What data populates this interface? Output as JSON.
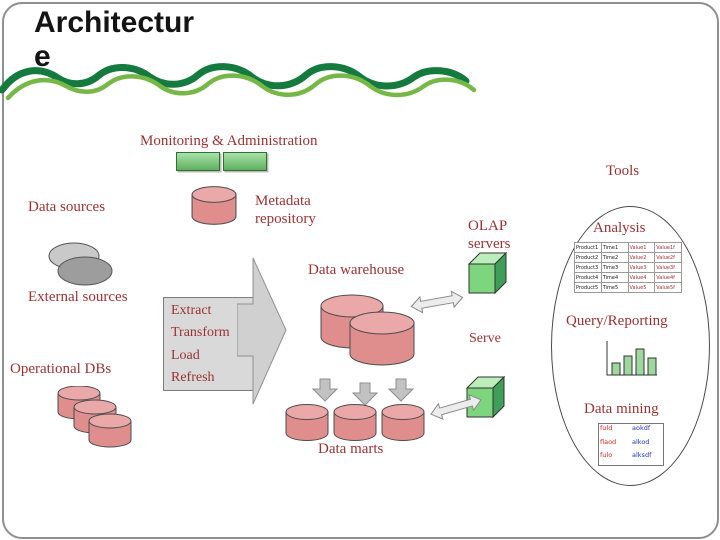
{
  "title": {
    "line1": "Architectur",
    "line2": "e"
  },
  "labels": {
    "monitoring": "Monitoring & Administration",
    "tools": "Tools",
    "data_sources": "Data sources",
    "metadata_line1": "Metadata",
    "metadata_line2": "repository",
    "olap_line1": "OLAP",
    "olap_line2": "servers",
    "analysis": "Analysis",
    "data_warehouse": "Data warehouse",
    "external_sources": "External sources",
    "operational_dbs": "Operational DBs",
    "serve": "Serve",
    "query_reporting": "Query/Reporting",
    "data_marts": "Data marts",
    "data_mining": "Data mining"
  },
  "etl": {
    "lines": [
      "Extract",
      "Transform",
      "Load",
      "Refresh"
    ]
  },
  "analysis_table": {
    "rows": [
      [
        "Product1",
        "Time1",
        "Value1",
        "Value1f"
      ],
      [
        "Product2",
        "Time2",
        "Value2",
        "Value2f"
      ],
      [
        "Product3",
        "Time3",
        "Value3",
        "Value3f"
      ],
      [
        "Product4",
        "Time4",
        "Value4",
        "Value4f"
      ],
      [
        "Product5",
        "Time5",
        "Value5",
        "Value5f"
      ]
    ]
  },
  "mining_table": {
    "rows": [
      [
        "fuld",
        "aokdf"
      ],
      [
        "flaod",
        "alkod"
      ],
      [
        "fulo",
        "alksdf"
      ]
    ]
  },
  "icons": {
    "wave": "green-wave-divider",
    "cylinder": "database-cylinder",
    "cube": "olap-server-cube",
    "big_arrow": "etl-to-warehouse-arrow",
    "down_arrow": "warehouse-to-marts-arrow",
    "double_arrow": "serve-double-arrow",
    "bar_chart": "query-report-chart",
    "gray_disks": "external-source-disks"
  },
  "colors": {
    "label_text": "#993333",
    "title_text": "#141414",
    "cylinder_body": "#df8d8d",
    "cylinder_top": "#eba8a8",
    "cube_front": "#7dd67d",
    "cube_top": "#bceebc",
    "cube_side": "#3f9e57",
    "wave_dark_green": "#157a3e",
    "wave_light_green": "#76b847",
    "etl_box_fill": "#d9d9d9",
    "monitor_box_green": "#7fcf7f",
    "arrow_gray": "#c9c9c9"
  }
}
